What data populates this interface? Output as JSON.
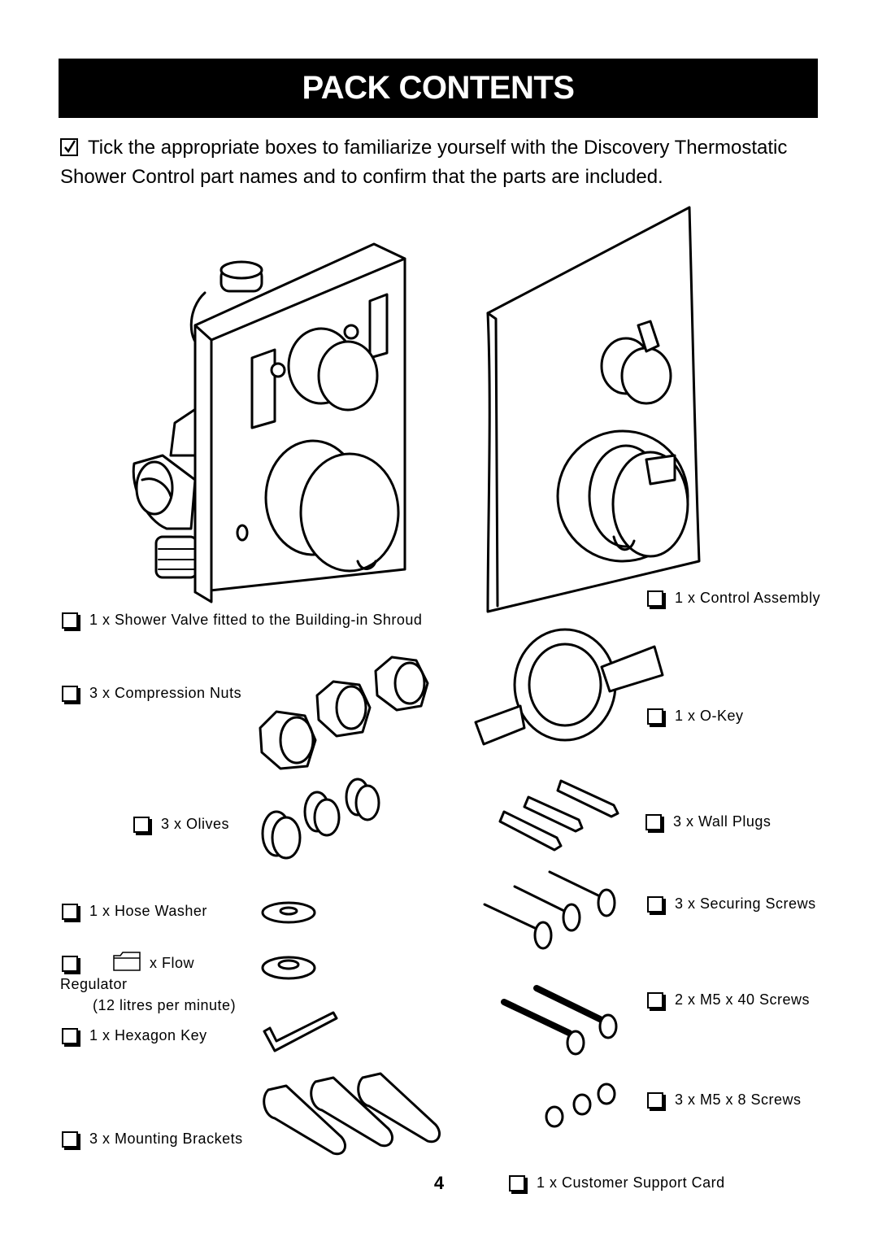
{
  "header": {
    "title": "PACK CONTENTS"
  },
  "intro": {
    "text": "Tick the appropriate boxes to familiarize yourself with the Discovery Thermostatic Shower Control part names and to confirm that the parts are included."
  },
  "items": {
    "shower_valve": "1 x Shower Valve fitted to the Building-in Shroud",
    "control_assembly": "1 x Control Assembly",
    "compression_nuts": "3 x Compression Nuts",
    "o_key": "1 x O-Key",
    "olives": "3 x Olives",
    "wall_plugs": "3 x Wall Plugs",
    "hose_washer": "1 x Hose Washer",
    "securing_screws": "3 x Securing Screws",
    "flow_regulator_a": "x Flow",
    "flow_regulator_b": "Regulator",
    "flow_regulator_c": "(12 litres per minute)",
    "m5_40_screws": "2 x M5 x 40 Screws",
    "hexagon_key": "1 x Hexagon Key",
    "m5_8_screws": "3 x M5 x 8 Screws",
    "mounting_brackets": "3 x  Mounting Brackets",
    "customer_support_card": "1 x Customer Support Card"
  },
  "footer": {
    "page_number": "4"
  }
}
